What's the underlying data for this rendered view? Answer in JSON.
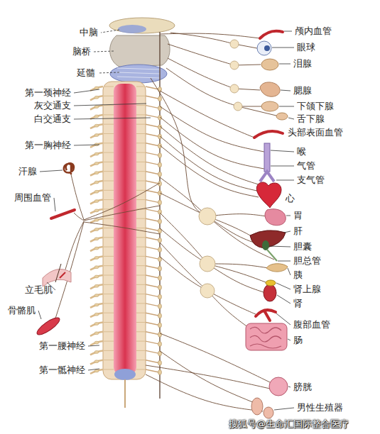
{
  "diagram": {
    "labels": [
      "中脑",
      "脑桥",
      "延髓",
      "第一颈神经",
      "灰交通支",
      "白交通支",
      "第一胸神经",
      "汗腺",
      "周围血管",
      "立毛肌",
      "骨骼肌",
      "第一腰神经",
      "第一骶神经",
      "颅内血管",
      "眼球",
      "泪腺",
      "腮腺",
      "下颌下腺",
      "舌下腺",
      "头部表面血管",
      "喉",
      "气管",
      "支气管",
      "心",
      "胃",
      "肝",
      "胆囊",
      "胆总管",
      "胰",
      "肾上腺",
      "肾",
      "腹部血管",
      "肠",
      "膀胱",
      "男性生殖器",
      "搜狐号@生命汇国际整合医疗"
    ]
  }
}
